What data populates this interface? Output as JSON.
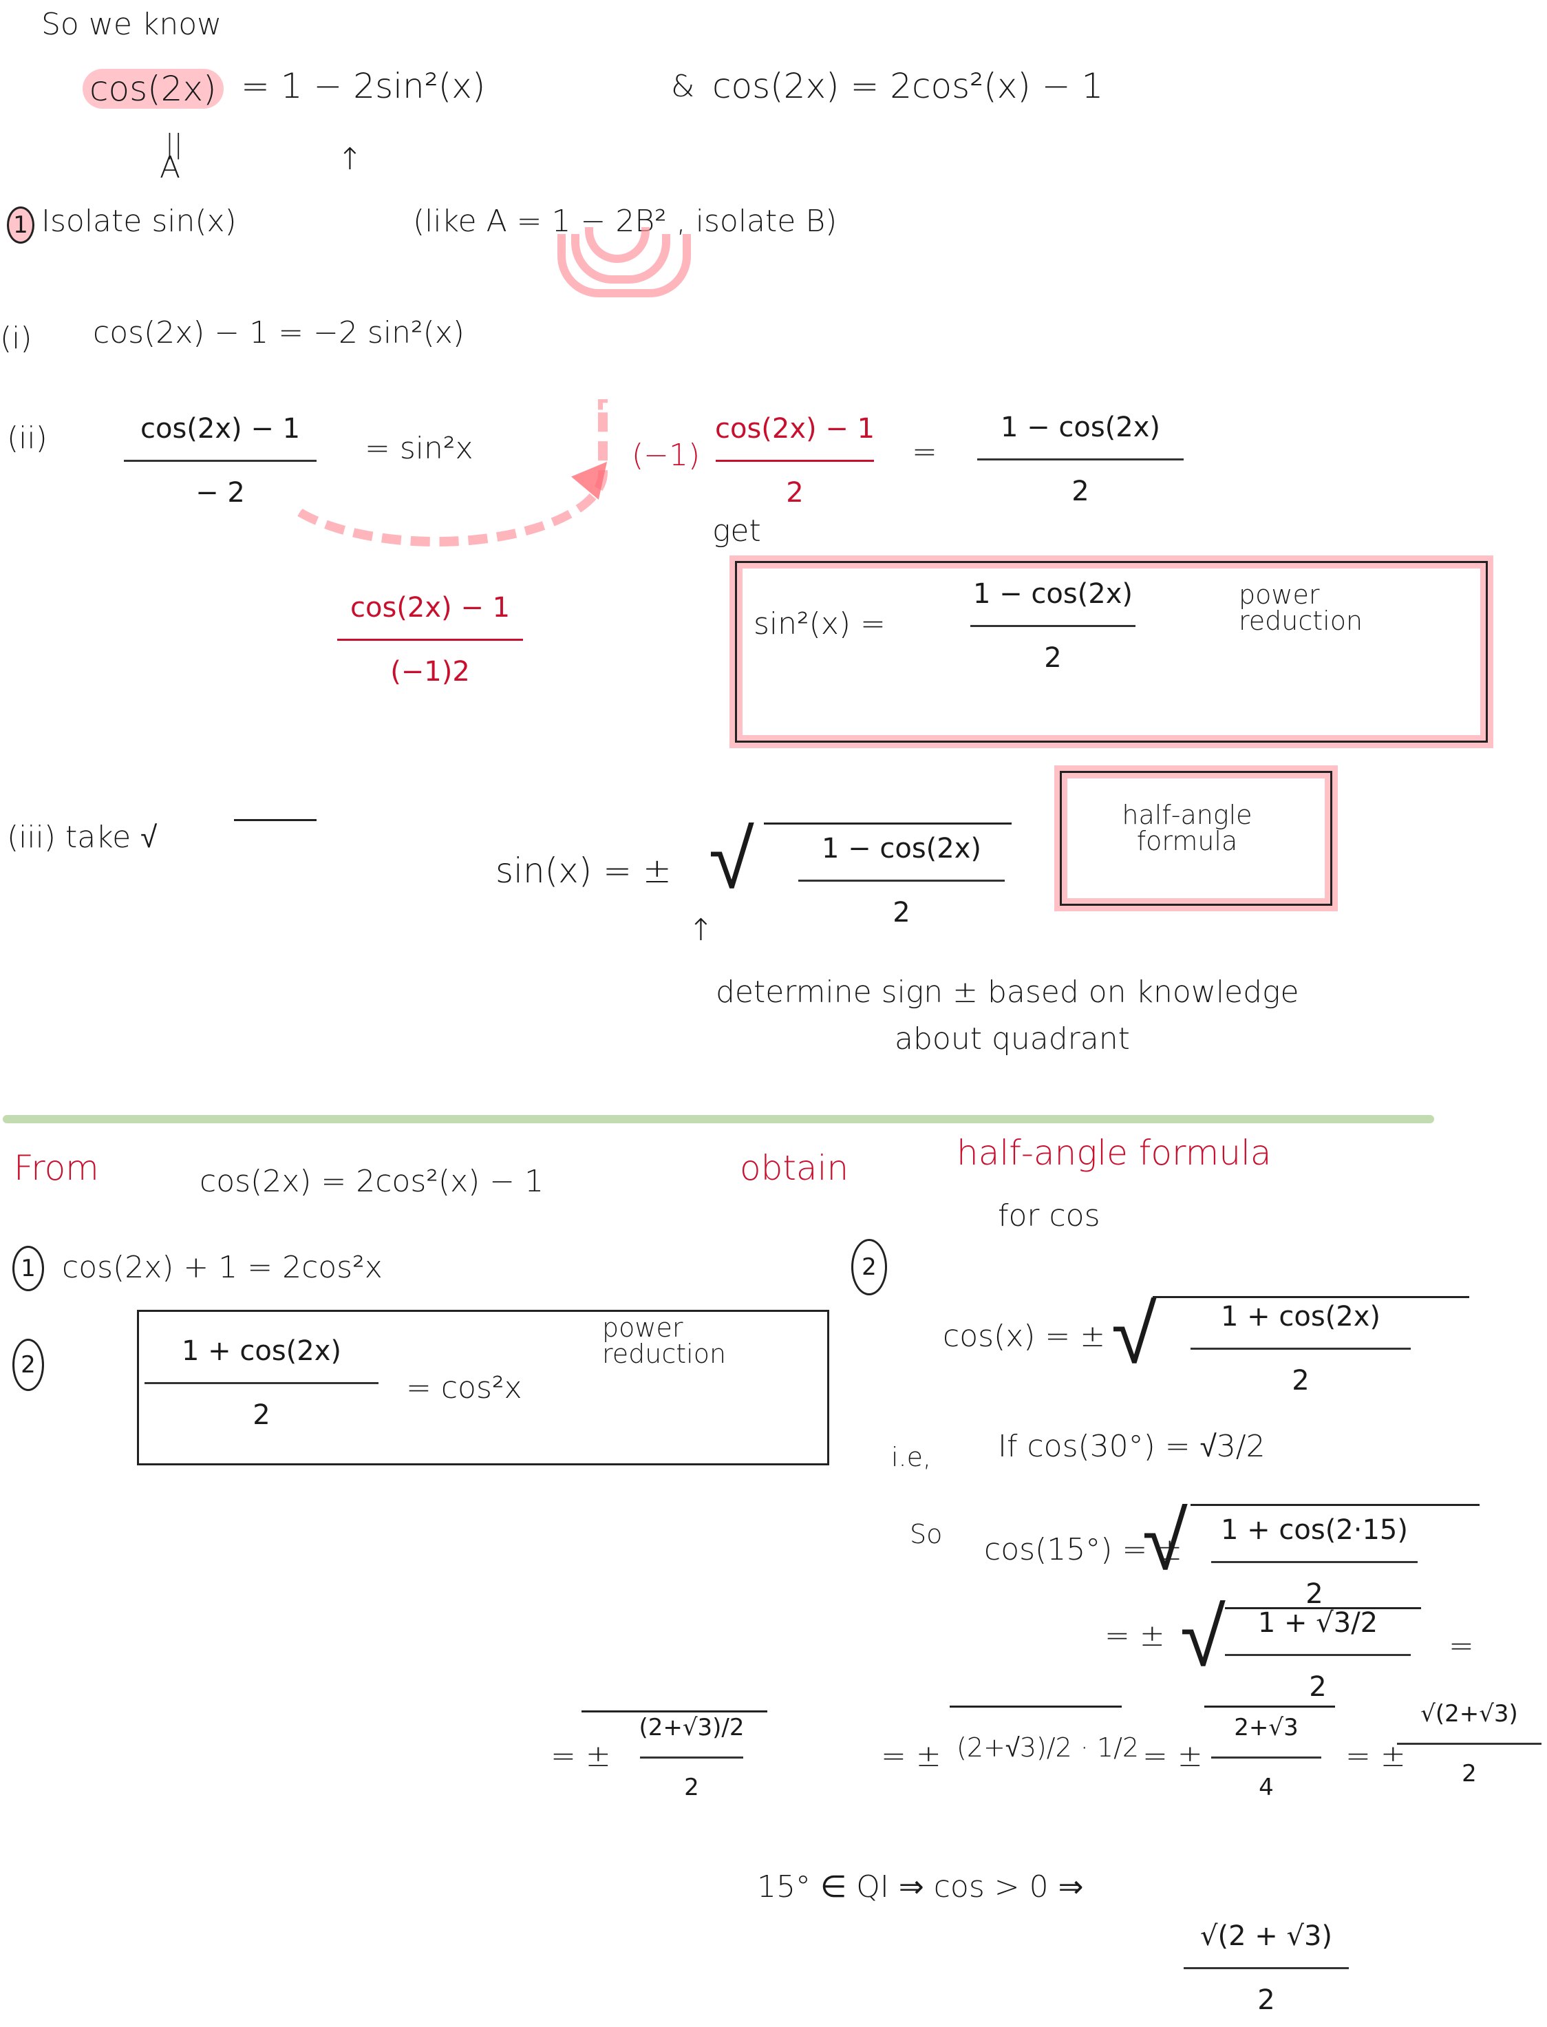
{
  "colors": {
    "ink": "#1a1a1a",
    "red_ink": "#c8102e",
    "highlight_pink": "#ffb3bb",
    "divider_green": "#c2dbb0"
  },
  "intro": {
    "heading": "So we know",
    "identity1_lhs": "cos(2x)",
    "identity1_rhs": "= 1 − 2sin²(x)",
    "and_symbol": "&",
    "identity2": "cos(2x) = 2cos²(x) − 1",
    "label_A": "A",
    "equals_vertical": "||"
  },
  "part1": {
    "step_number": "1",
    "instruction": "Isolate sin(x)",
    "analogy": "(like A = 1 − 2B² , isolate B)",
    "step_i_label": "(i)",
    "step_i": "cos(2x) − 1 = −2 sin²(x)",
    "step_ii_label": "(ii)",
    "step_ii_num": "cos(2x) − 1",
    "step_ii_den": "− 2",
    "step_ii_rhs": "= sin²x",
    "red_note_num": "cos(2x) − 1",
    "red_note_den": "(−1)2",
    "red_mult": "(−1)",
    "red_frac_num": "cos(2x) − 1",
    "red_frac_den": "2",
    "equals": "=",
    "rewritten_num": "1 − cos(2x)",
    "rewritten_den": "2",
    "get_label": "get",
    "power_reduction_lhs": "sin²(x) =",
    "power_reduction_num": "1 − cos(2x)",
    "power_reduction_den": "2",
    "power_reduction_label": "power reduction",
    "step_iii_label": "(iii) take √",
    "half_angle_lhs": "sin(x) = ±",
    "half_angle_num": "1 − cos(2x)",
    "half_angle_den": "2",
    "half_angle_label": "half-angle formula",
    "sign_note_line1": "determine sign ± based on knowledge",
    "sign_note_line2": "about quadrant"
  },
  "part2": {
    "from_label": "From",
    "source_identity": "cos(2x) = 2cos²(x) − 1",
    "obtain_label": "obtain",
    "goal_line1": "half-angle formula",
    "goal_line2": "for cos",
    "step1_number": "1",
    "step1": "cos(2x) + 1 = 2cos²x",
    "step2_number": "2",
    "step2_num": "1 + cos(2x)",
    "step2_den": "2",
    "step2_rhs": "= cos²x",
    "power_reduction_label": "power reduction",
    "step3_number": "2",
    "cos_half_lhs": "cos(x) = ±",
    "cos_half_num": "1 + cos(2x)",
    "cos_half_den": "2",
    "example_ie": "i.e,",
    "example_if": "If cos(30°) = √3/2",
    "example_so": "So",
    "example_lhs": "cos(15°) = ±",
    "example_num": "1 + cos(2·15)",
    "example_den": "2",
    "example_step2_prefix": "= ±",
    "example_step2_num": "1 + √3/2",
    "example_step2_den": "2",
    "example_step2_suffix": "=",
    "chain": [
      {
        "prefix": "= ±",
        "num": "(2+√3)/2",
        "den": "2"
      },
      {
        "prefix": "= ±",
        "num": "(2+√3)/2 · 1/2",
        "den": ""
      },
      {
        "prefix": "= ±",
        "num": "2+√3",
        "den": "4"
      },
      {
        "prefix": "= ±",
        "num": "√(2+√3)",
        "den": "2"
      }
    ],
    "quadrant_note": "15° ∈ QI ⇒ cos > 0 ⇒",
    "final_num": "√(2 + √3)",
    "final_den": "2"
  }
}
